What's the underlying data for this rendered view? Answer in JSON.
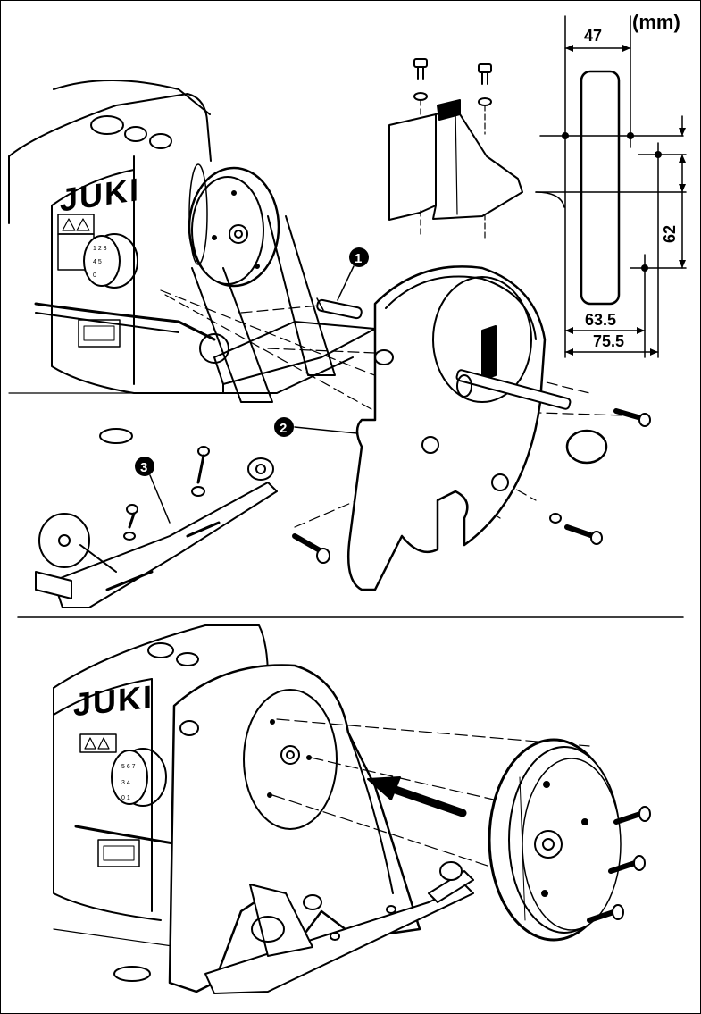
{
  "unit_label": "(mm)",
  "brand_text": "JUKI",
  "dims": {
    "top_width": "47",
    "vertical": "62",
    "inner_width": "63.5",
    "outer_width": "75.5"
  },
  "callouts": [
    "1",
    "2",
    "3"
  ],
  "colors": {
    "ink": "#000000",
    "paper": "#ffffff",
    "shade": "#e8e8e8"
  },
  "icons": [
    "arrow-icon",
    "screw-icon",
    "washer-icon",
    "dimension-template"
  ]
}
